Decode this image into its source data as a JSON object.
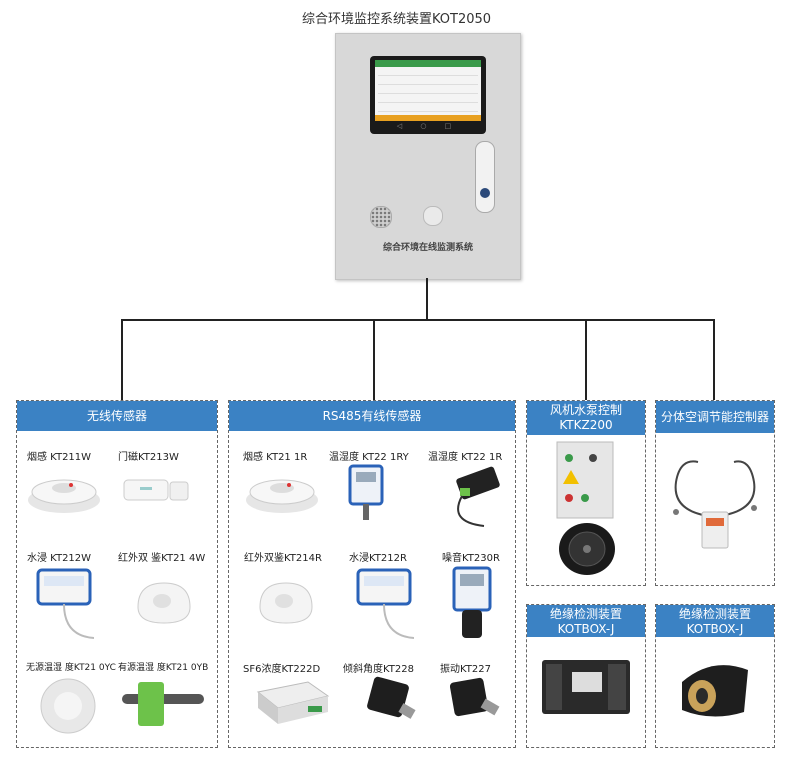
{
  "title": "综合环境监控系统装置KOT2050",
  "cabinet": {
    "label": "综合环境在线监测系统",
    "screen_nav_icons": "◁ ○ □"
  },
  "panels": {
    "wireless": {
      "title": "无线传感器",
      "items": [
        "烟感 KT211W",
        "门磁KT213W",
        "水浸 KT212W",
        "红外双 鉴KT21 4W",
        "无源温湿 度KT21 0YC",
        "有源温湿 度KT21 0YB"
      ]
    },
    "rs485": {
      "title": "RS485有线传感器",
      "items": [
        "烟感 KT21 1R",
        "温湿度 KT22 1RY",
        "温湿度 KT22 1R",
        "红外双鉴KT214R",
        "水浸KT212R",
        "噪音KT230R",
        "SF6浓度KT222D",
        "倾斜角度KT228",
        "振动KT227"
      ]
    },
    "fan": {
      "title_line1": "风机水泵控制",
      "title_line2": "KTKZ200"
    },
    "ac": {
      "title": "分体空调节能控制器"
    },
    "insulation1": {
      "title_line1": "绝缘检测装置",
      "title_line2": "KOTBOX-J"
    },
    "insulation2": {
      "title_line1": "绝缘检测装置",
      "title_line2": "KOTBOX-J"
    }
  },
  "colors": {
    "header_blue": "#3b82c4",
    "device_blue": "#2a62b8",
    "accent_green": "#3a9a4a",
    "connector_black": "#222222"
  },
  "icons": [
    "smoke-detector-icon",
    "door-sensor-icon",
    "water-sensor-icon",
    "infrared-sensor-icon",
    "temperature-humidity-sensor-icon",
    "noise-sensor-icon",
    "sf6-sensor-icon",
    "tilt-sensor-icon",
    "vibration-sensor-icon",
    "control-cabinet-icon",
    "fan-icon",
    "ac-controller-icon",
    "insulation-monitor-icon"
  ]
}
